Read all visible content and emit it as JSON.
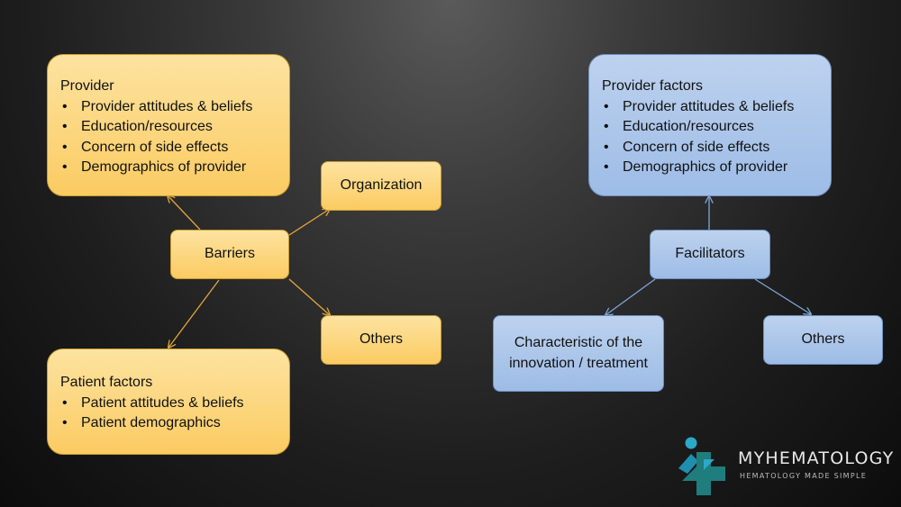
{
  "barriers": {
    "center": "Barriers",
    "provider": {
      "title": "Provider",
      "items": [
        "Provider attitudes & beliefs",
        "Education/resources",
        "Concern of side effects",
        "Demographics of provider"
      ]
    },
    "organization": "Organization",
    "others": "Others",
    "patient": {
      "title": "Patient factors",
      "items": [
        "Patient attitudes & beliefs",
        "Patient demographics"
      ]
    }
  },
  "facilitators": {
    "center": "Facilitators",
    "provider": {
      "title": "Provider factors",
      "items": [
        "Provider attitudes & beliefs",
        "Education/resources",
        "Concern of side effects",
        "Demographics of provider"
      ]
    },
    "innovation": "Characteristic of the innovation / treatment",
    "others": "Others"
  },
  "logo": {
    "title": "MYHEMATOLOGY",
    "subtitle": "HEMATOLOGY MADE SIMPLE"
  },
  "colors": {
    "orange_fill": "#fbcb62",
    "orange_arrow": "#e0a63a",
    "blue_fill": "#9dbce6",
    "blue_arrow": "#7fa6d9"
  }
}
